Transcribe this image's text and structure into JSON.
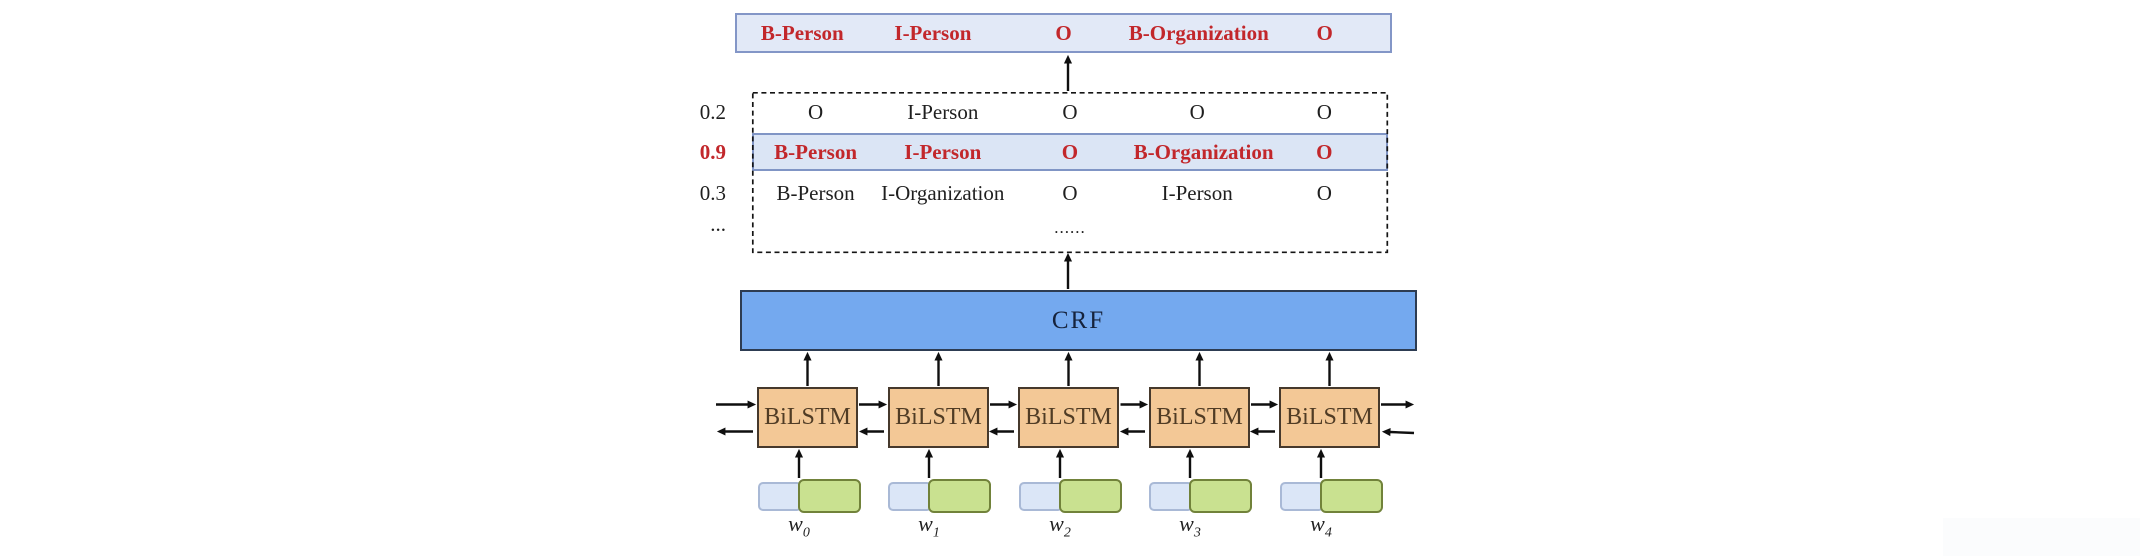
{
  "colors": {
    "label_red": "#c2272b",
    "text_black": "#1f1f1f",
    "output_box_fill": "#e2e9f7",
    "output_box_border": "#8396c7",
    "highlight_fill": "#dbe5f5",
    "highlight_border": "#8095c5",
    "crf_fill": "#74a9ef",
    "crf_border": "#2d3c52",
    "bilstm_fill": "#f3c896",
    "bilstm_border": "#46392c",
    "word_embed_fill": "#dbe6f7",
    "word_embed_border": "#a9b9d6",
    "char_embed_fill": "#c9e190",
    "char_embed_border": "#71823a"
  },
  "output_sequence": {
    "labels": [
      "B-Person",
      "I-Person",
      "O",
      "B-Organization",
      "O"
    ]
  },
  "candidate_sequences": {
    "rows": [
      {
        "score": "0.2",
        "labels": [
          "O",
          "I-Person",
          "O",
          "O",
          "O"
        ]
      },
      {
        "score": "0.9",
        "labels": [
          "B-Person",
          "I-Person",
          "O",
          "B-Organization",
          "O"
        ]
      },
      {
        "score": "0.3",
        "labels": [
          "B-Person",
          "I-Organization",
          "O",
          "I-Person",
          "O"
        ]
      },
      {
        "score": "...",
        "labels": [
          "",
          "",
          "......",
          "",
          ""
        ]
      }
    ]
  },
  "crf_layer": {
    "label": "CRF"
  },
  "encoder_layer": {
    "unit_label": "BiLSTM"
  },
  "input_tokens": [
    {
      "base": "w",
      "sub": "0"
    },
    {
      "base": "w",
      "sub": "1"
    },
    {
      "base": "w",
      "sub": "2"
    },
    {
      "base": "w",
      "sub": "3"
    },
    {
      "base": "w",
      "sub": "4"
    }
  ]
}
